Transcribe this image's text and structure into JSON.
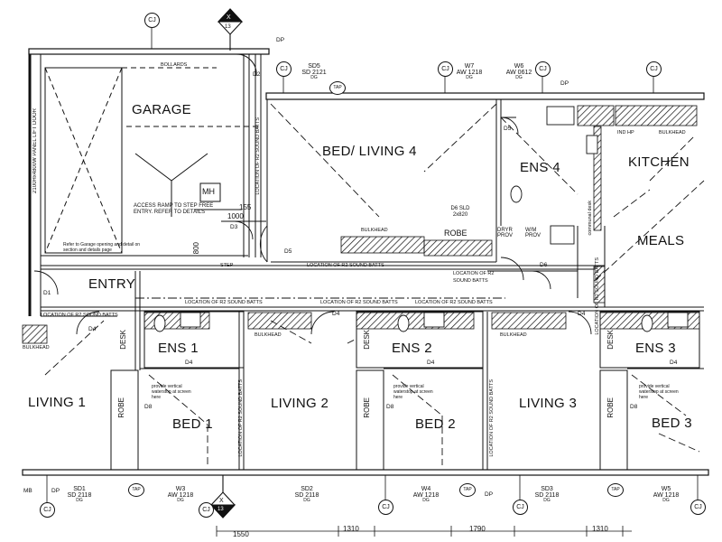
{
  "rooms": {
    "garage": "GARAGE",
    "bed_living_4": "BED/ LIVING 4",
    "ens_4": "ENS 4",
    "kitchen": "KITCHEN",
    "meals": "MEALS",
    "entry": "ENTRY",
    "ens_1": "ENS 1",
    "ens_2": "ENS 2",
    "ens_3": "ENS 3",
    "living_1": "LIVING 1",
    "living_2": "LIVING 2",
    "living_3": "LIVING 3",
    "bed_1": "BED 1",
    "bed_2": "BED 2",
    "bed_3": "BED 3",
    "robe": "ROBE",
    "desk": "DESK",
    "mh": "MH",
    "dryr_prov": "DRYR PROV",
    "wm_prov": "W/M PROV"
  },
  "notes": {
    "bollards": "BOLLARDS",
    "panel_lift_door": "2100Hx4800W PANEL LIFT DOOR",
    "access_ramp": "ACCESS RAMP TO STEP FREE ENTRY. REFER TO DETAILS",
    "garage_opening": "Refer to Garage opening and detail on section and details page",
    "location_batts": "LOCATION OF R2 SOUND BATTS",
    "bulkhead": "BULKHEAD",
    "step": "STEP",
    "location_batts_v": "LOCATION OF R2 SOUND BATTS",
    "waterstop": "provide vertical waterstop at screen here",
    "d6_sld": "D6 SLD 2x820",
    "communal_desk": "communal desk",
    "ind_hp": "IND HP"
  },
  "doors": {
    "d1": "D1",
    "d2": "D2",
    "d3": "D3",
    "d4": "D4",
    "d5": "D5",
    "d6": "D6",
    "d8": "D8",
    "dp": "DP",
    "mb": "MB"
  },
  "window_tags": {
    "sd5": [
      "SD5",
      "SD 2121",
      "DG"
    ],
    "w7": [
      "W7",
      "AW 1218",
      "DG"
    ],
    "w6": [
      "W6",
      "AW 0612",
      "DG"
    ],
    "sd1": [
      "SD1",
      "SD 2118",
      "DG"
    ],
    "w3": [
      "W3",
      "AW 1218",
      "DG"
    ],
    "sd2": [
      "SD2",
      "SD 2118",
      "DG"
    ],
    "w4": [
      "W4",
      "AW 1218",
      "DG"
    ],
    "sd3": [
      "SD3",
      "SD 2118",
      "DG"
    ],
    "w5": [
      "W5",
      "AW 1218",
      "DG"
    ]
  },
  "markers": {
    "cj": "CJ",
    "tap": "TAP",
    "section_x": "X",
    "section_no": "13"
  },
  "dimensions": {
    "d1000": "1000",
    "d155": "155",
    "d800": "800",
    "d1550": "1550",
    "d1310a": "1310",
    "d1790": "1790",
    "d1310b": "1310"
  }
}
